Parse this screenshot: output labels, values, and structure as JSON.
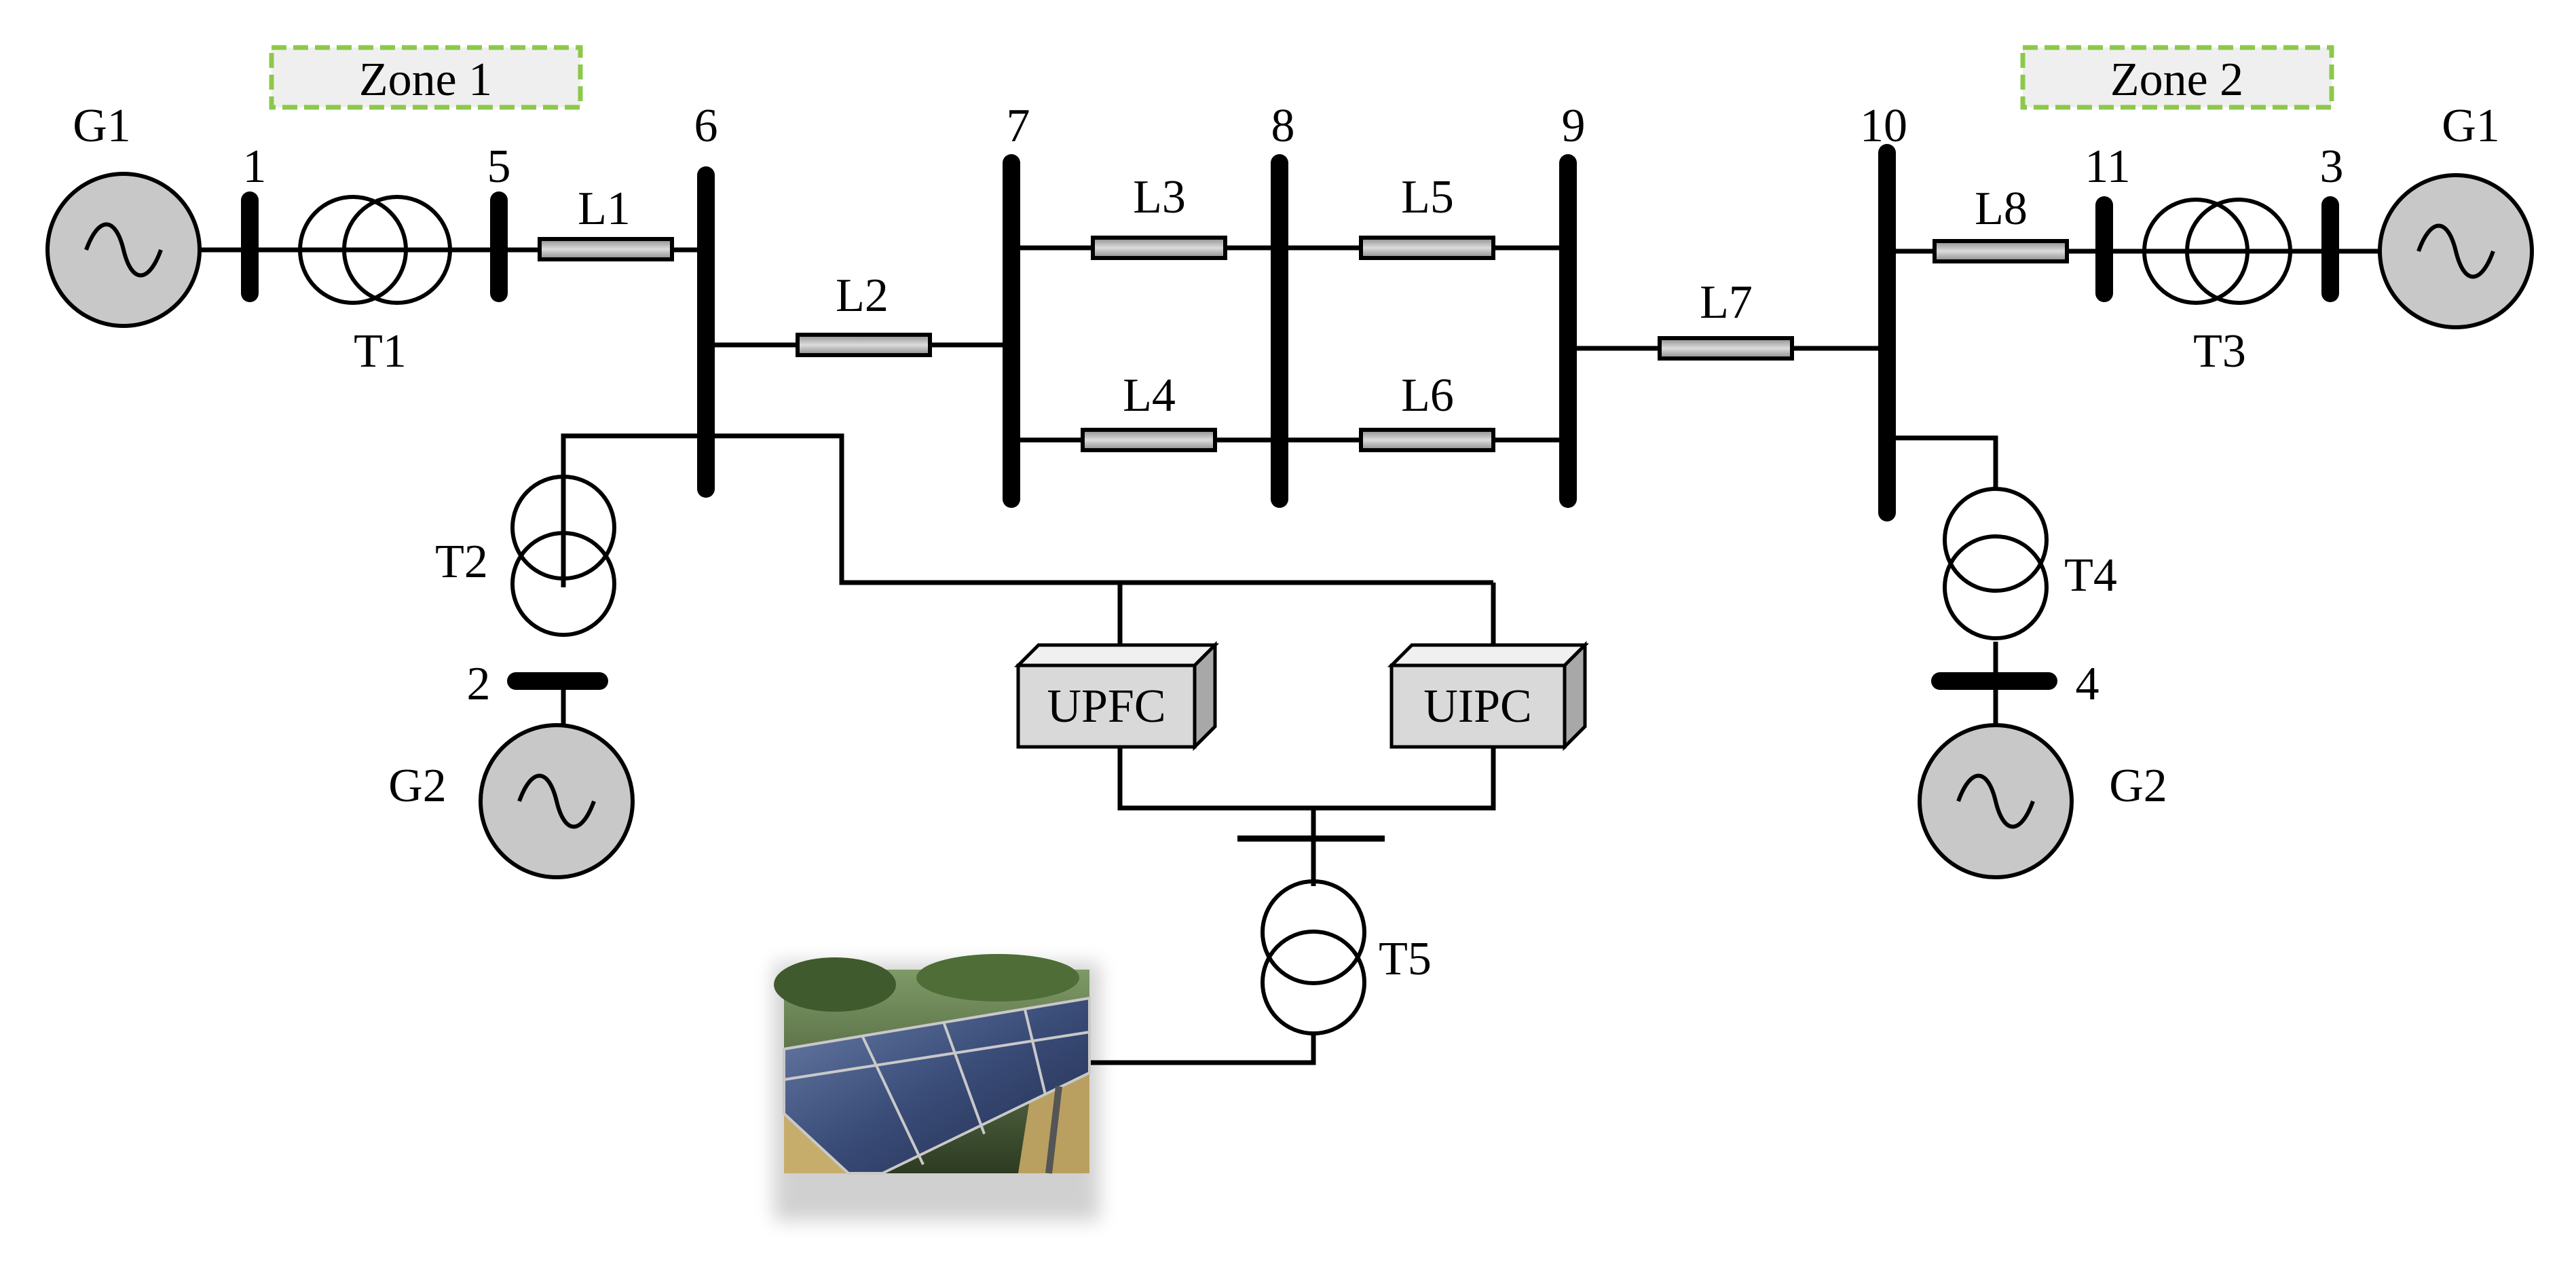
{
  "zones": [
    "Zone 1",
    "Zone 2"
  ],
  "generators": {
    "g1_left": "G1",
    "g1_right": "G1",
    "g2_left": "G2",
    "g2_right": "G2"
  },
  "buses": [
    "1",
    "2",
    "3",
    "4",
    "5",
    "6",
    "7",
    "8",
    "9",
    "10",
    "11"
  ],
  "transformers": [
    "T1",
    "T2",
    "T3",
    "T4",
    "T5"
  ],
  "lines": [
    "L1",
    "L2",
    "L3",
    "L4",
    "L5",
    "L6",
    "L7",
    "L8"
  ],
  "devices": {
    "upfc": "UPFC",
    "uipc": "UIPC"
  },
  "colors": {
    "zone_border": "#8cc84b",
    "zone_fill": "#efefef",
    "generator_fill": "#c8c8c8",
    "device_fill": "#d9d9d9",
    "line_element_fill": "#bdbdbd"
  },
  "icons": {
    "generator": "ac-sine-wave-icon",
    "transformer": "two-winding-transformer-icon",
    "pv_source": "solar-panel-photo"
  }
}
